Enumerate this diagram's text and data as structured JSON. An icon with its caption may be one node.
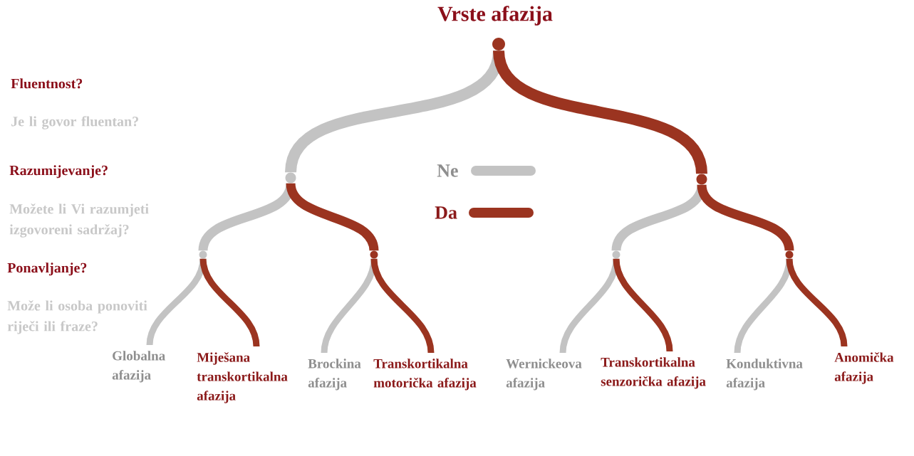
{
  "diagram": {
    "title": "Vrste afazija",
    "nodes": [
      {
        "text": [],
        "shape": "circle"
      },
      {
        "text": [],
        "shape": "circle"
      },
      {
        "text": [],
        "shape": "circle"
      },
      {
        "text": [],
        "shape": "circle"
      },
      {
        "text": [],
        "shape": "circle"
      },
      {
        "text": [],
        "shape": "circle"
      },
      {
        "text": [],
        "shape": "circle"
      },
      {
        "text": [
          "Globalna afazija"
        ]
      },
      {
        "text": [
          "Miješana transkortikalna afazija"
        ]
      },
      {
        "text": [
          "Brockina afazija"
        ]
      },
      {
        "text": [
          "Transkortikalna motorička afazija"
        ]
      },
      {
        "text": [
          "Wernickeova afazija"
        ]
      },
      {
        "text": [
          "Transkortikalna senzorička afazija"
        ]
      },
      {
        "text": [
          "Konduktivna afazija"
        ]
      },
      {
        "text": [
          "Anomička afazija"
        ]
      }
    ],
    "edges": [
      {
        "from": 0,
        "to": 1,
        "arrow": "none",
        "color": "#c3c3c3"
      },
      {
        "from": 0,
        "to": 2,
        "arrow": "none",
        "color": "#9b3420"
      },
      {
        "from": 1,
        "to": 3,
        "arrow": "none",
        "color": "#c3c3c3"
      },
      {
        "from": 1,
        "to": 4,
        "arrow": "none",
        "color": "#9b3420"
      },
      {
        "from": 2,
        "to": 5,
        "arrow": "none",
        "color": "#c3c3c3"
      },
      {
        "from": 2,
        "to": 6,
        "arrow": "none",
        "color": "#9b3420"
      },
      {
        "from": 3,
        "to": 7,
        "arrow": "none",
        "color": "#c3c3c3"
      },
      {
        "from": 3,
        "to": 8,
        "arrow": "none",
        "color": "#9b3420"
      },
      {
        "from": 4,
        "to": 9,
        "arrow": "none",
        "color": "#c3c3c3"
      },
      {
        "from": 4,
        "to": 10,
        "arrow": "none",
        "color": "#9b3420"
      },
      {
        "from": 5,
        "to": 11,
        "arrow": "none",
        "color": "#c3c3c3"
      },
      {
        "from": 5,
        "to": 12,
        "arrow": "none",
        "color": "#9b3420"
      },
      {
        "from": 6,
        "to": 13,
        "arrow": "none",
        "color": "#c3c3c3"
      },
      {
        "from": 6,
        "to": 14,
        "arrow": "none",
        "color": "#9b3420"
      }
    ],
    "labels": [
      "Fluentnost?",
      "Je li govor fluentan?",
      "Razumijevanje?",
      "Možete li Vi razumjeti izgovoreni sadržaj?",
      "Ponavljanje?",
      "Može li osoba ponoviti riječi ili fraze?"
    ],
    "legend": [
      {
        "text": "Ne"
      },
      {
        "text": "Da"
      }
    ]
  }
}
